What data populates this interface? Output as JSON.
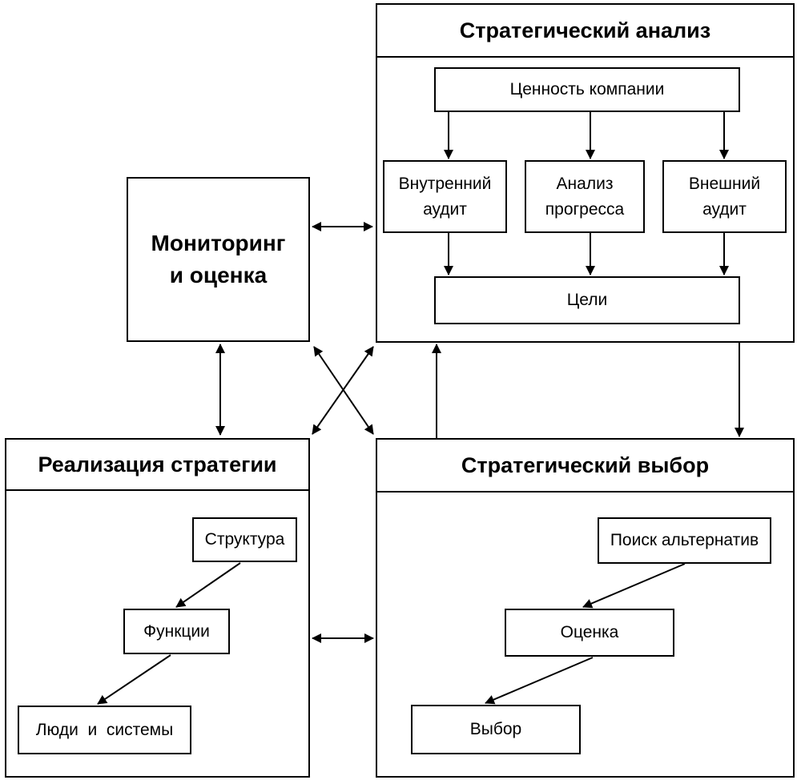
{
  "analysis": {
    "title": "Стратегический анализ",
    "company_value": "Ценность компании",
    "internal_audit": "Внутренний\nаудит",
    "progress_analysis": "Анализ\nпрогресса",
    "external_audit": "Внешний\nаудит",
    "goals": "Цели"
  },
  "monitoring": {
    "title": "Мониторинг\nи оценка"
  },
  "implementation": {
    "title": "Реализация стратегии",
    "structure": "Структура",
    "functions": "Функции",
    "people_systems": "Люди  и  системы"
  },
  "choice": {
    "title": "Стратегический выбор",
    "search_alternatives": "Поиск альтернатив",
    "evaluation": "Оценка",
    "selection": "Выбор"
  }
}
